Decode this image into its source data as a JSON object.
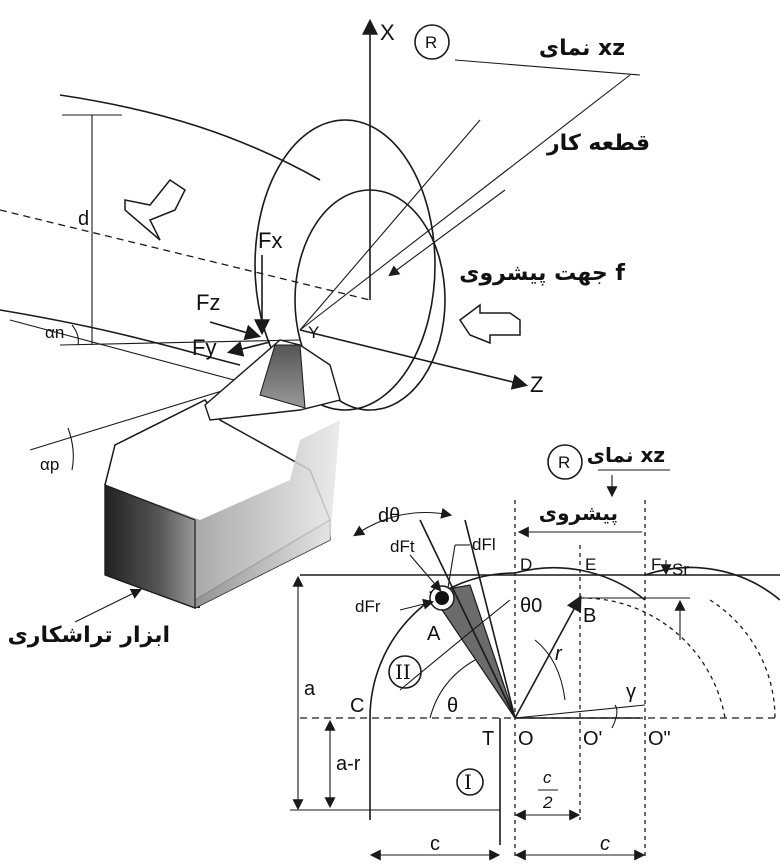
{
  "top": {
    "axis_x": "X",
    "axis_z": "Z",
    "circle_r": "R",
    "view_label": "نمای xz",
    "workpiece": "قطعه کار",
    "feed_dir": "جهت پیشروی f",
    "tool": "ابزار تراشکاری",
    "d": "d",
    "fx": "Fx",
    "fz": "Fz",
    "fy": "Fy",
    "alpha_n": "αn",
    "alpha_p": "αp",
    "gamma": "Y"
  },
  "bottom": {
    "circle_r": "R",
    "view_label": "نمای xz",
    "feed": "پیشروی",
    "d_theta": "dθ",
    "dft": "dFt",
    "dfl": "dFl",
    "dfr": "dFr",
    "D": "D",
    "E": "E",
    "F": "F",
    "sr": "Sr",
    "theta0": "θ0",
    "A": "A",
    "B": "B",
    "r": "r",
    "region_ii": "II",
    "region_i": "I",
    "theta": "θ",
    "gamma": "γ",
    "C": "C",
    "T": "T",
    "O": "O",
    "O1": "O'",
    "O2": "O\"",
    "a": "a",
    "a_minus_r": "a-r",
    "c_left": "c",
    "c_right": "c",
    "c_num": "c",
    "c_den": "2"
  }
}
